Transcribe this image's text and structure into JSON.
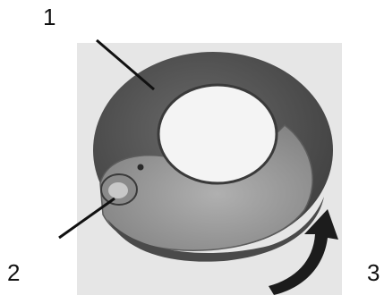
{
  "labels": {
    "one": "1",
    "two": "2",
    "three": "3"
  },
  "colors": {
    "photo_background": "#e6e6e6",
    "dark_ring": "#5a5a5a",
    "light_lobe": "#9c9c9c",
    "center_hole": "#f4f4f4",
    "arrow": "#1c1c1c",
    "leader_line": "#111111"
  },
  "icons": {
    "rotation_arrow": "curved-arrow-icon"
  }
}
